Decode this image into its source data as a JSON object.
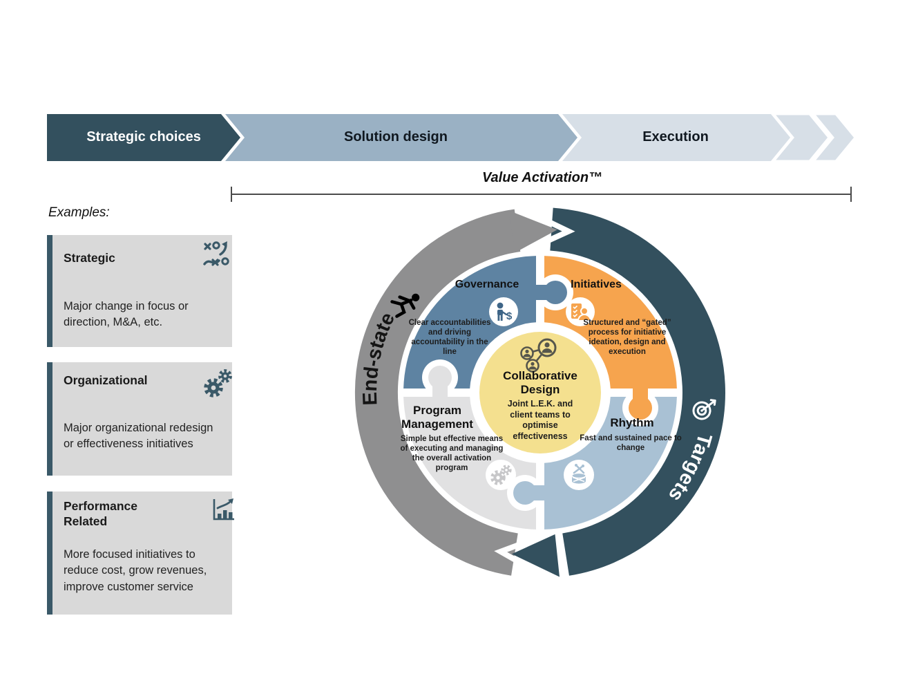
{
  "process": {
    "steps": [
      {
        "label": "Strategic choices"
      },
      {
        "label": "Solution design"
      },
      {
        "label": "Execution"
      }
    ]
  },
  "value_activation": {
    "label": "Value Activation™"
  },
  "examples": {
    "heading": "Examples:",
    "cards": [
      {
        "title": "Strategic",
        "description": "Major change in focus or direction, M&A, etc.",
        "icon": "strategy-plan-icon"
      },
      {
        "title": "Organizational",
        "description": "Major organizational redesign or effectiveness initiatives",
        "icon": "gears-icon"
      },
      {
        "title": "Performance Related",
        "description": "More focused initiatives to reduce cost, grow revenues, improve customer service",
        "icon": "growth-chart-icon"
      }
    ]
  },
  "cycle": {
    "ring": {
      "left_label": "End-state",
      "right_label": "Targets",
      "left_icon": "runner-icon",
      "right_icon": "target-icon"
    },
    "quadrants": [
      {
        "id": "governance",
        "title": "Governance",
        "description": "Clear accountabilities and driving accountability in the line",
        "icon": "person-dollar-icon",
        "color": "#5e83a2"
      },
      {
        "id": "initiatives",
        "title": "Initiatives",
        "description": "Structured and “gated” process for initiative ideation, design and execution",
        "icon": "checklist-person-icon",
        "color": "#f6a44e"
      },
      {
        "id": "program-management",
        "title": "Program Management",
        "description": "Simple but effective means of executing and managing the overall activation program",
        "icon": "gears-icon",
        "color": "#e1e1e2"
      },
      {
        "id": "rhythm",
        "title": "Rhythm",
        "description": "Fast and sustained pace to change",
        "icon": "drum-icon",
        "color": "#a9c1d4"
      }
    ],
    "center": {
      "title": "Collaborative Design",
      "description": "Joint L.E.K. and client teams to optimise effectiveness",
      "icon": "people-network-icon"
    }
  },
  "colors": {
    "dark_slate": "#33505e",
    "gray_ring": "#8f8f90",
    "steel_blue": "#5e83a2",
    "orange": "#f6a44e",
    "pale_gray": "#e1e1e2",
    "light_blue": "#a9c1d4",
    "center_yellow": "#f4e08f",
    "card_gray": "#d9d9d9",
    "chevron_mid": "#9ab1c4",
    "chevron_light": "#d7dfe7"
  }
}
